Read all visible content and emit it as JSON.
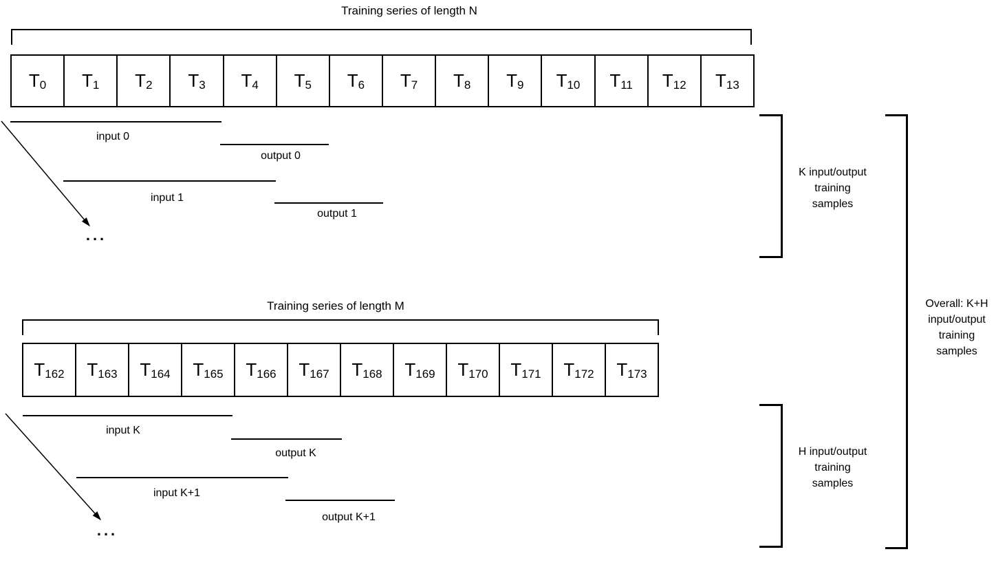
{
  "palette": {
    "ink": "#000000",
    "background": "#ffffff"
  },
  "cell_prefix": "T",
  "top_series": {
    "title": "Training series of length N",
    "cells": [
      "0",
      "1",
      "2",
      "3",
      "4",
      "5",
      "6",
      "7",
      "8",
      "9",
      "10",
      "11",
      "12",
      "13"
    ],
    "samples": [
      {
        "label": "input 0"
      },
      {
        "label": "output 0"
      },
      {
        "label": "input 1"
      },
      {
        "label": "output 1"
      }
    ],
    "ellipsis": "..."
  },
  "bottom_series": {
    "title": "Training series of length M",
    "cells": [
      "162",
      "163",
      "164",
      "165",
      "166",
      "167",
      "168",
      "169",
      "170",
      "171",
      "172",
      "173"
    ],
    "samples": [
      {
        "label": "input K"
      },
      {
        "label": "output K"
      },
      {
        "label": "input K+1"
      },
      {
        "label": "output K+1"
      }
    ],
    "ellipsis": "..."
  },
  "brackets": {
    "k": {
      "lines": [
        "K input/output",
        "training",
        "samples"
      ]
    },
    "h": {
      "lines": [
        "H input/output",
        "training",
        "samples"
      ]
    },
    "overall": {
      "lines": [
        "Overall: K+H",
        "input/output",
        "training",
        "samples"
      ]
    }
  }
}
